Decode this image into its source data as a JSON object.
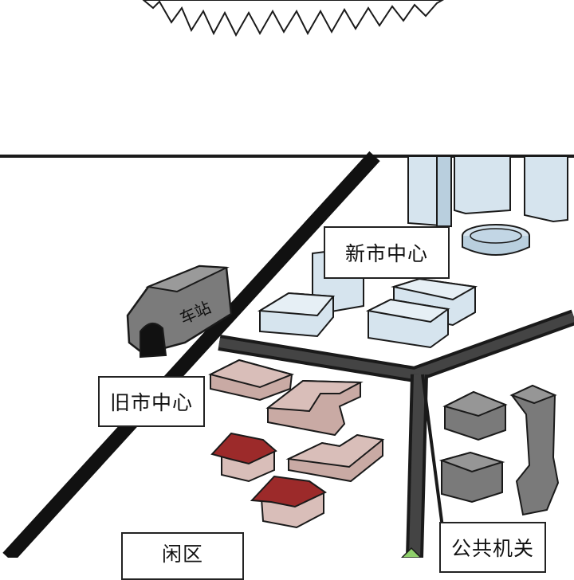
{
  "labels": {
    "new_city_center": "新市中心",
    "old_city_center": "旧市中心",
    "public_agencies": "公共机关",
    "residential": "闲区",
    "station": "车站"
  },
  "colors": {
    "glass_buildings": "#d6e4ee",
    "old_buildings": "#c9aaa4",
    "red_roofs": "#9c2a2a",
    "grey_buildings": "#7a7a7a",
    "station": "#7b7b7b",
    "outline": "#1a1a1a",
    "park": "#8fd06b"
  }
}
